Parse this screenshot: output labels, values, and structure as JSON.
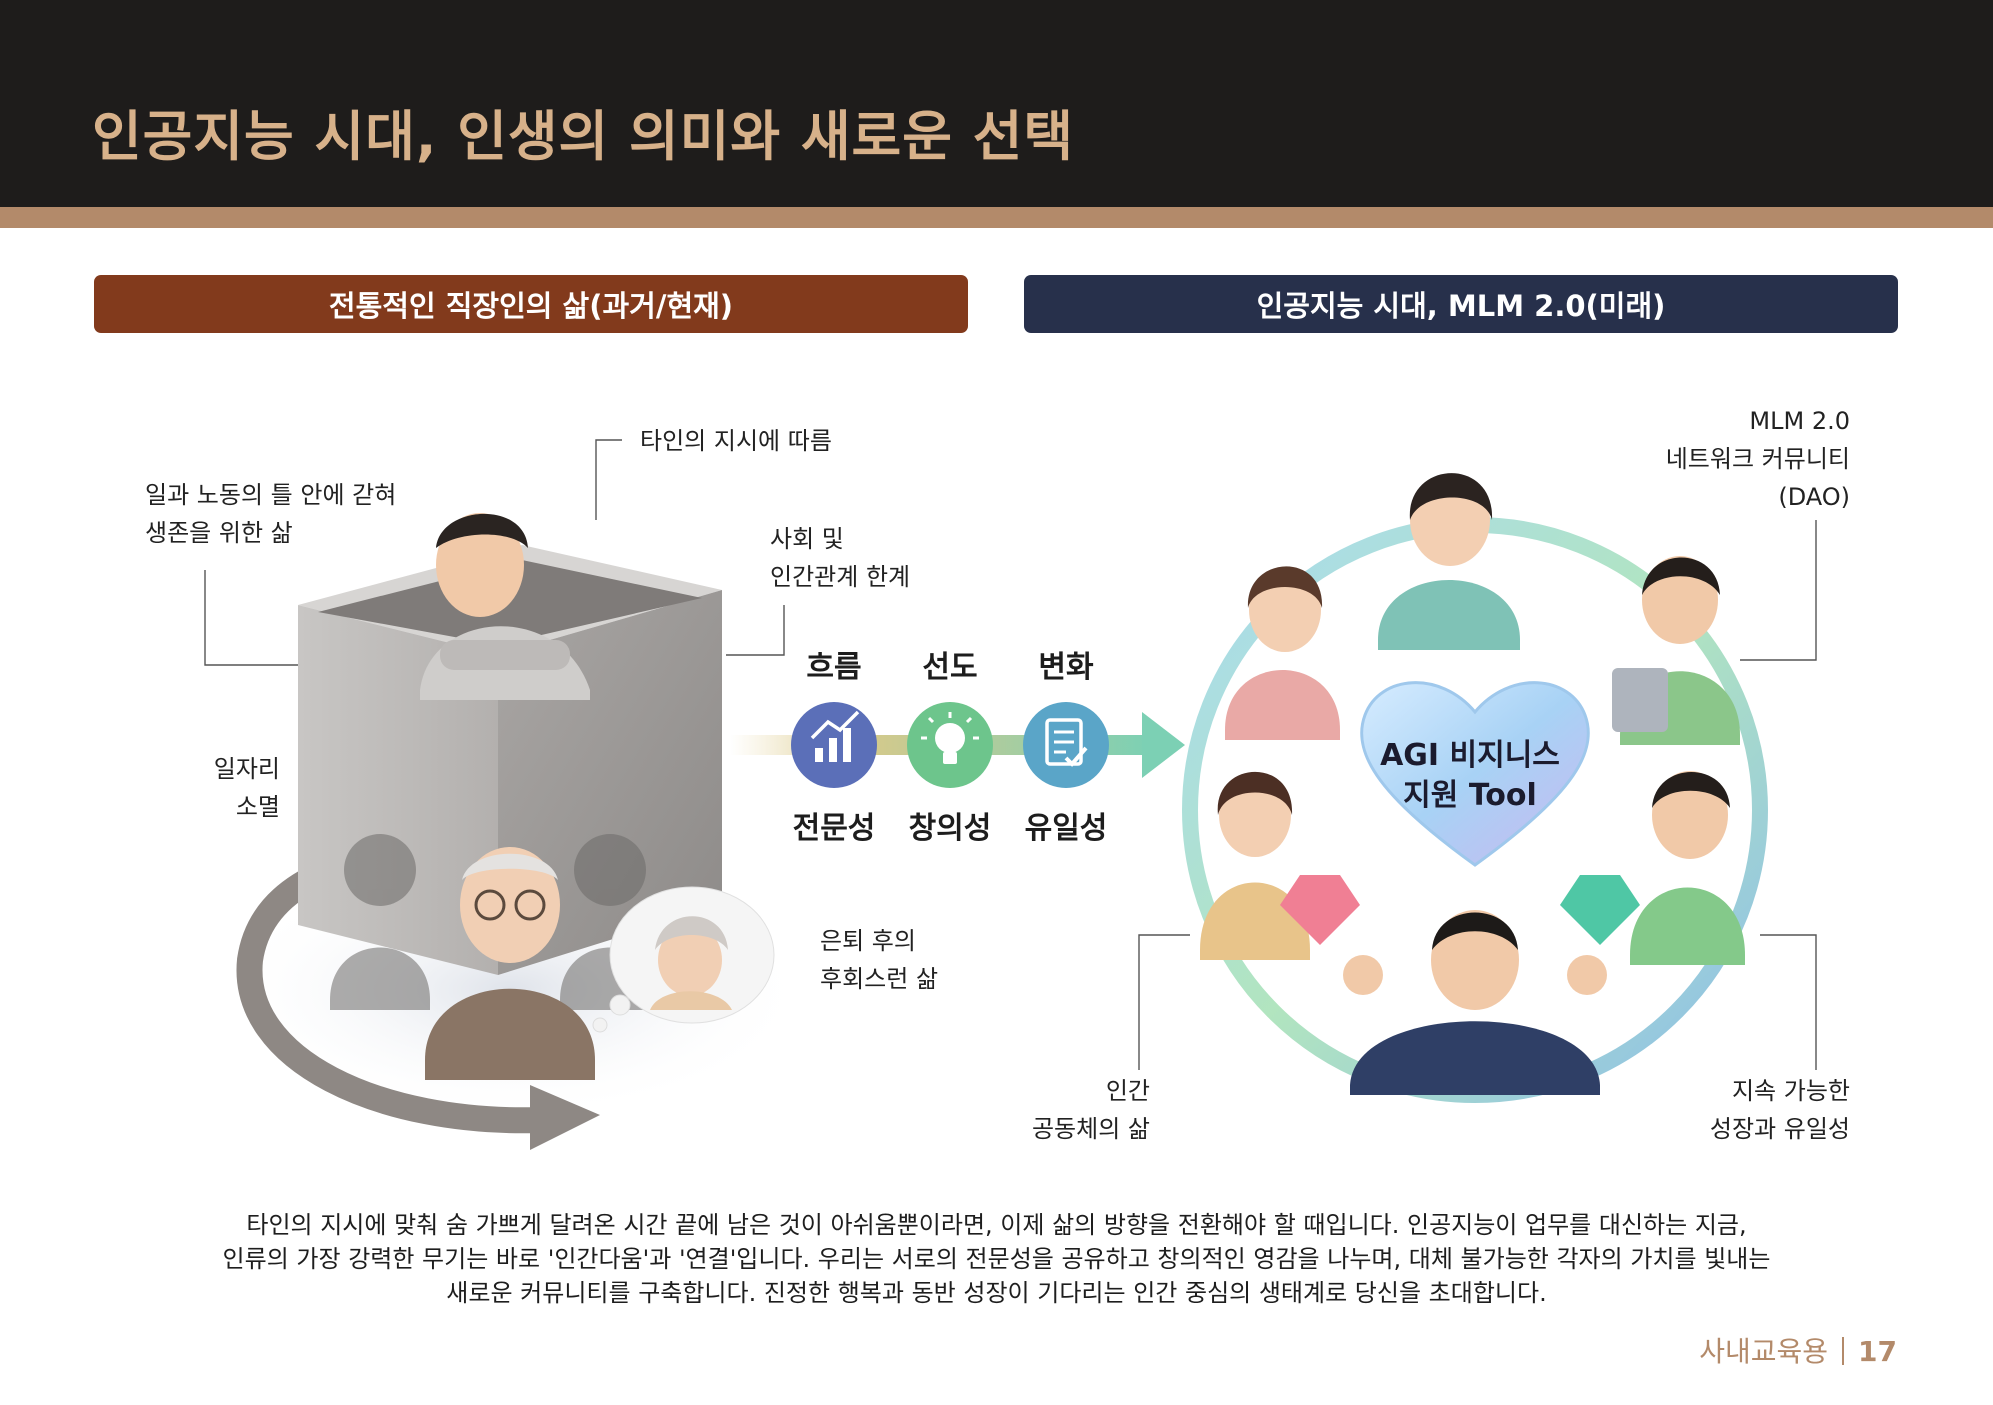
{
  "header": {
    "title": "인공지능 시대, 인생의 의미와 새로운 선택"
  },
  "sections": {
    "left_title": "전통적인 직장인의 삶(과거/현재)",
    "right_title": "인공지능 시대, MLM 2.0(미래)"
  },
  "left_callouts": {
    "follow": "타인의 지시에 따름",
    "labor_1": "일과 노동의 틀 안에 갇혀",
    "labor_2": "생존을 위한 삶",
    "social_1": "사회 및",
    "social_2": "인간관계 한계",
    "job_1": "일자리",
    "job_2": "소멸",
    "retire_1": "은퇴 후의",
    "retire_2": "후회스런 삶"
  },
  "keywords": {
    "top": [
      "흐름",
      "선도",
      "변화"
    ],
    "bottom": [
      "전문성",
      "창의성",
      "유일성"
    ]
  },
  "right_callouts": {
    "mlm_1": "MLM 2.0",
    "mlm_2": "네트워크 커뮤니티",
    "mlm_3": "(DAO)",
    "human_1": "인간",
    "human_2": "공동체의 삶",
    "growth_1": "지속 가능한",
    "growth_2": "성장과 유일성"
  },
  "heart": {
    "line1": "AGI 비지니스",
    "line2": "지원  Tool"
  },
  "body_text": {
    "line1": "타인의 지시에 맞춰 숨 가쁘게 달려온 시간 끝에 남은 것이 아쉬움뿐이라면, 이제 삶의 방향을 전환해야 할 때입니다. 인공지능이 업무를 대신하는 지금,",
    "line2": "인류의 가장 강력한 무기는 바로 '인간다움'과 '연결'입니다. 우리는 서로의 전문성을 공유하고 창의적인 영감을 나누며, 대체 불가능한 각자의 가치를 빛내는",
    "line3": "새로운 커뮤니티를 구축합니다. 진정한 행복과 동반 성장이 기다리는 인간 중심의 생태계로 당신을 초대합니다."
  },
  "footer": {
    "label": "사내교육용",
    "page": "17"
  },
  "colors": {
    "header_bg": "#1e1c1b",
    "title": "#d7b18a",
    "accent_band": "#b38a6a",
    "left_bar": "#823a1c",
    "right_bar": "#27304b",
    "icon_blue": "#5b6fb8",
    "icon_green": "#6dc58c",
    "icon_teal": "#5aa5c8"
  },
  "icons": [
    "growth-chart-icon",
    "lightbulb-icon",
    "checklist-icon"
  ]
}
